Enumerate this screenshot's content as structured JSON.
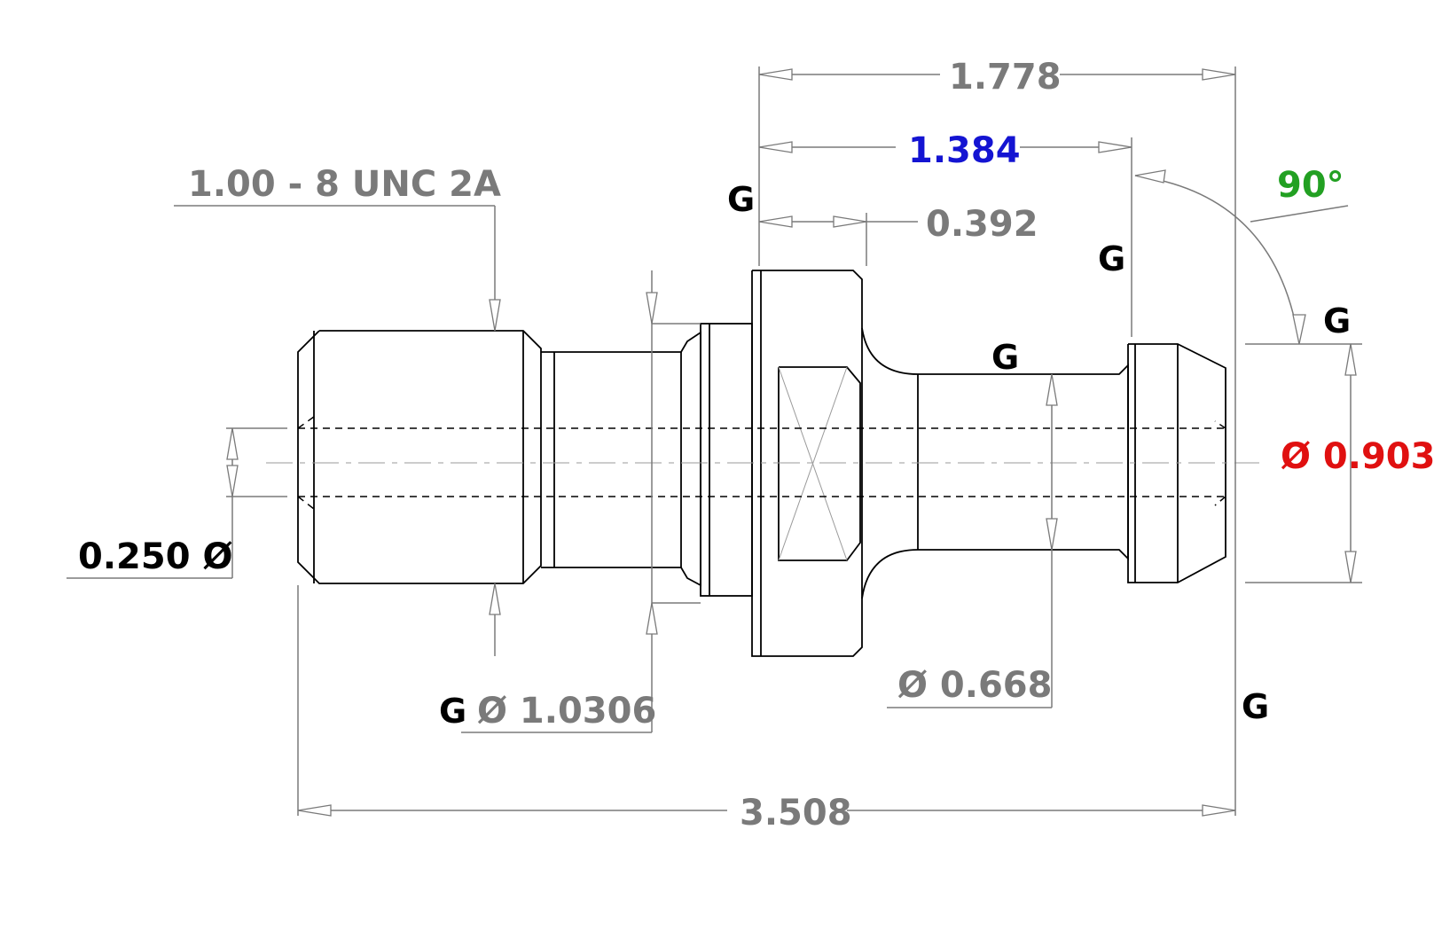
{
  "colors": {
    "dimension": "#7a7a7a",
    "part": "#000000",
    "highlight_blue": "#1414d2",
    "highlight_green": "#22a022",
    "highlight_red": "#e01010",
    "thread_callout_black": "#000000"
  },
  "dimensions": {
    "overall_length": "3.508",
    "flange_to_end": "1.778",
    "flange_to_head": "1.384",
    "flange_thickness": "0.392",
    "head_angle": "90°",
    "head_diameter": "Ø 0.903",
    "neck_diameter": "Ø 0.668",
    "collar_diameter": "Ø 1.0306",
    "bore_diameter": "0.250 Ø",
    "thread_spec": "1.00 - 8 UNC 2A"
  },
  "surface_marks": {
    "g1": "G",
    "g2": "G",
    "g3": "G",
    "g4": "G",
    "g5": "G",
    "g6": "G"
  }
}
